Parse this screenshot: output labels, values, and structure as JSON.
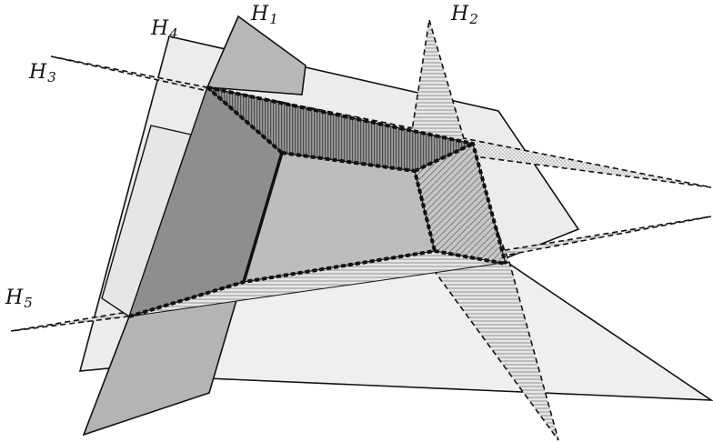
{
  "diagram": {
    "planes": [
      {
        "id": "H1",
        "letter": "H",
        "index": "1",
        "fill": "#b9b9b9",
        "pattern": "vertical-fine"
      },
      {
        "id": "H2",
        "letter": "H",
        "index": "2",
        "fill": "#d6d6d6",
        "pattern": "horizontal-hatch"
      },
      {
        "id": "H3",
        "letter": "H",
        "index": "3",
        "fill": "#e2e2e2",
        "pattern": "dots"
      },
      {
        "id": "H4",
        "letter": "H",
        "index": "4",
        "fill": "#e9e9e9",
        "pattern": "solid"
      },
      {
        "id": "H5",
        "letter": "H",
        "index": "5",
        "fill": "#dcdcdc",
        "pattern": "horizontal-hatch"
      }
    ],
    "polytope": {
      "front_face_fill": "#bdbdbd",
      "left_face_fill": "#8c8c8c",
      "top_face_fill": "#9a9a9a",
      "right_face_fill": "#a5a5a5",
      "bottom_face_fill": "#c8c8c8"
    }
  }
}
